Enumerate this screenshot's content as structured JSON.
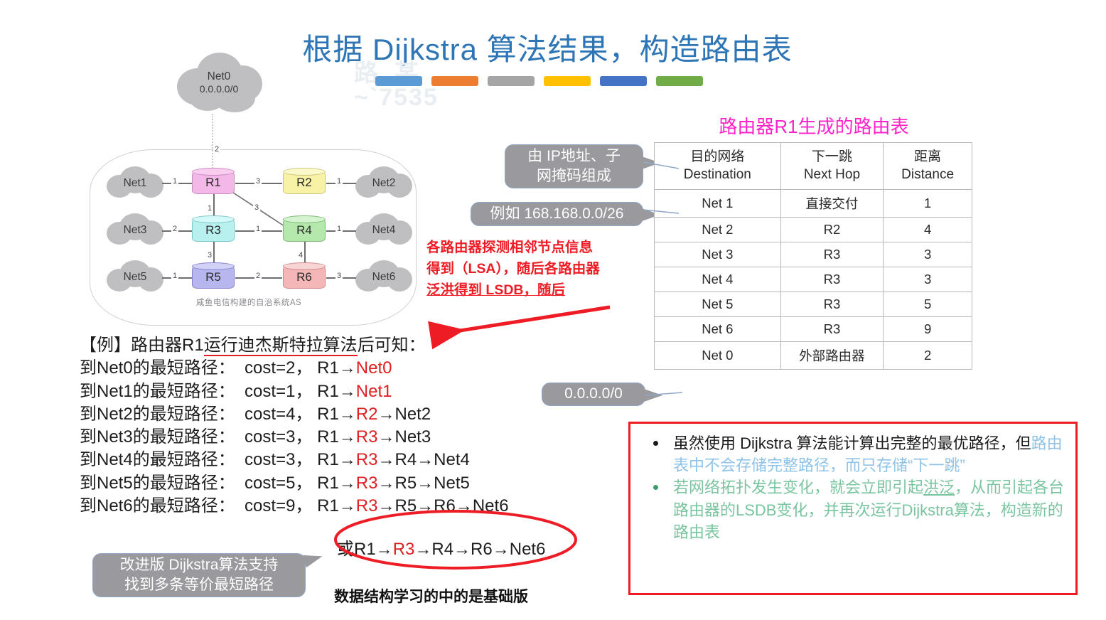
{
  "title": "根据 Dijkstra 算法结果，构造路由表",
  "watermark": "路_某\n~`7535",
  "colorbars": [
    "#5b9bd5",
    "#ed7d31",
    "#a5a5a5",
    "#ffc000",
    "#4472c4",
    "#70ad47"
  ],
  "diagram": {
    "as_caption": "咸鱼电信构建的自治系统AS",
    "external_cloud": {
      "name": "Net0",
      "subnet": "0.0.0.0/0"
    },
    "clouds": [
      {
        "id": "net1",
        "label": "Net1"
      },
      {
        "id": "net2",
        "label": "Net2"
      },
      {
        "id": "net3",
        "label": "Net3"
      },
      {
        "id": "net4",
        "label": "Net4"
      },
      {
        "id": "net5",
        "label": "Net5"
      },
      {
        "id": "net6",
        "label": "Net6"
      }
    ],
    "routers": [
      {
        "id": "r1",
        "label": "R1",
        "color": "#f4b8e8"
      },
      {
        "id": "r2",
        "label": "R2",
        "color": "#f7f2a6"
      },
      {
        "id": "r3",
        "label": "R3",
        "color": "#b8f0f0"
      },
      {
        "id": "r4",
        "label": "R4",
        "color": "#b5e8ad"
      },
      {
        "id": "r5",
        "label": "R5",
        "color": "#b7b6ee"
      },
      {
        "id": "r6",
        "label": "R6",
        "color": "#f4b6b6"
      }
    ],
    "costs": {
      "net0_r1": "2",
      "net1_r1": "1",
      "r1_r2": "3",
      "r2_net2": "1",
      "r1_r4": "3",
      "r1_r3": "1",
      "net3_r3": "2",
      "r3_r4": "1",
      "r4_net4": "1",
      "r3_r5": "3",
      "r4_r6": "4",
      "net5_r5": "1",
      "r5_r6": "2",
      "r6_net6": "3"
    }
  },
  "callouts": {
    "destination_desc": "由 IP地址、子\n网掩码组成",
    "destination_example": "例如 168.168.0.0/26",
    "default_route": "0.0.0.0/0",
    "improved_dijkstra": "改进版 Dijkstra算法支持\n找到多条等价最短路径"
  },
  "red_note": {
    "line1": "各路由器探测相邻节点信息",
    "line2": "得到（LSA），随后各路由器",
    "line3": "泛洪得到 LSDB，随后"
  },
  "routing_table": {
    "title": "路由器R1生成的路由表",
    "headers": [
      {
        "cn": "目的网络",
        "en": "Destination"
      },
      {
        "cn": "下一跳",
        "en": "Next Hop"
      },
      {
        "cn": "距离",
        "en": "Distance"
      }
    ],
    "rows": [
      {
        "destination": "Net 1",
        "next_hop": "直接交付",
        "distance": "1"
      },
      {
        "destination": "Net 2",
        "next_hop": "R2",
        "distance": "4"
      },
      {
        "destination": "Net 3",
        "next_hop": "R3",
        "distance": "3"
      },
      {
        "destination": "Net 4",
        "next_hop": "R3",
        "distance": "3"
      },
      {
        "destination": "Net 5",
        "next_hop": "R3",
        "distance": "5"
      },
      {
        "destination": "Net 6",
        "next_hop": "R3",
        "distance": "9"
      },
      {
        "destination": "Net 0",
        "next_hop": "外部路由器",
        "distance": "2"
      }
    ]
  },
  "example": {
    "lead_prefix": "【例】路由器R1",
    "lead_underlined": "运行迪杰斯特拉算法",
    "lead_suffix": "后可知：",
    "paths": [
      {
        "label": "到Net0的最短路径：",
        "cost": "cost=2，",
        "from": "R1→",
        "hop": "Net0",
        "rest": ""
      },
      {
        "label": "到Net1的最短路径：",
        "cost": "cost=1，",
        "from": "R1→",
        "hop": "Net1",
        "rest": ""
      },
      {
        "label": "到Net2的最短路径：",
        "cost": "cost=4，",
        "from": "R1→",
        "hop": "R2",
        "rest": "→Net2"
      },
      {
        "label": "到Net3的最短路径：",
        "cost": "cost=3，",
        "from": "R1→",
        "hop": "R3",
        "rest": "→Net3"
      },
      {
        "label": "到Net4的最短路径：",
        "cost": "cost=3，",
        "from": "R1→",
        "hop": "R3",
        "rest": "→R4→Net4"
      },
      {
        "label": "到Net5的最短路径：",
        "cost": "cost=5，",
        "from": "R1→",
        "hop": "R3",
        "rest": "→R5→Net5"
      },
      {
        "label": "到Net6的最短路径：",
        "cost": "cost=9，",
        "from": "R1→",
        "hop": "R3",
        "rest": "→R5→R6→Net6"
      }
    ],
    "alt_prefix": "或R1→",
    "alt_hop": "R3",
    "alt_rest": "→R4→R6→Net6",
    "bold_note": "数据结构学习的中的是基础版"
  },
  "green_box": {
    "bullet1": {
      "dark1": "虽然使用 Dijkstra 算法能计算出完整的最优路径，但",
      "blue1": "路由表中不会存储完整路径，而只存储“下一跳”"
    },
    "bullet2": {
      "green1": "若网络拓扑发生变化，就会立即引起",
      "green_underline": "洪泛",
      "green2": "，从而引起各台路由器的LSDB变化，并再次运行Dijkstra算法，构造新的路由表"
    }
  }
}
